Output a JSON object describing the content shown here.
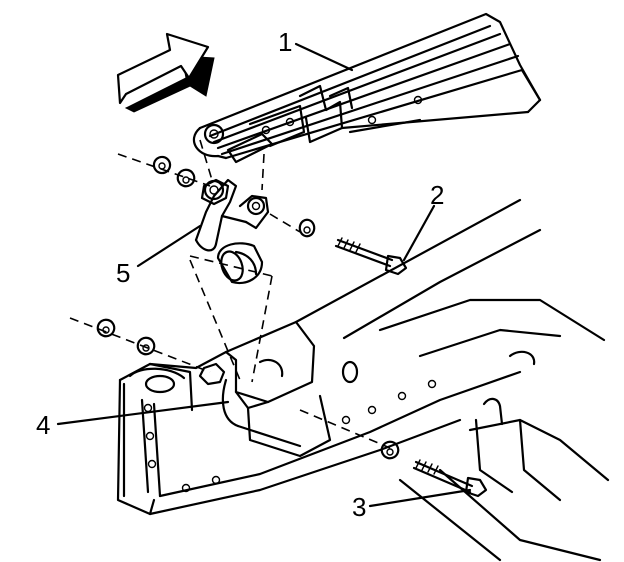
{
  "figure": {
    "callouts": [
      {
        "id": "1",
        "label": "1"
      },
      {
        "id": "2",
        "label": "2"
      },
      {
        "id": "3",
        "label": "3"
      },
      {
        "id": "4",
        "label": "4"
      },
      {
        "id": "5",
        "label": "5"
      }
    ],
    "icons": [
      "direction-arrow-icon"
    ]
  }
}
